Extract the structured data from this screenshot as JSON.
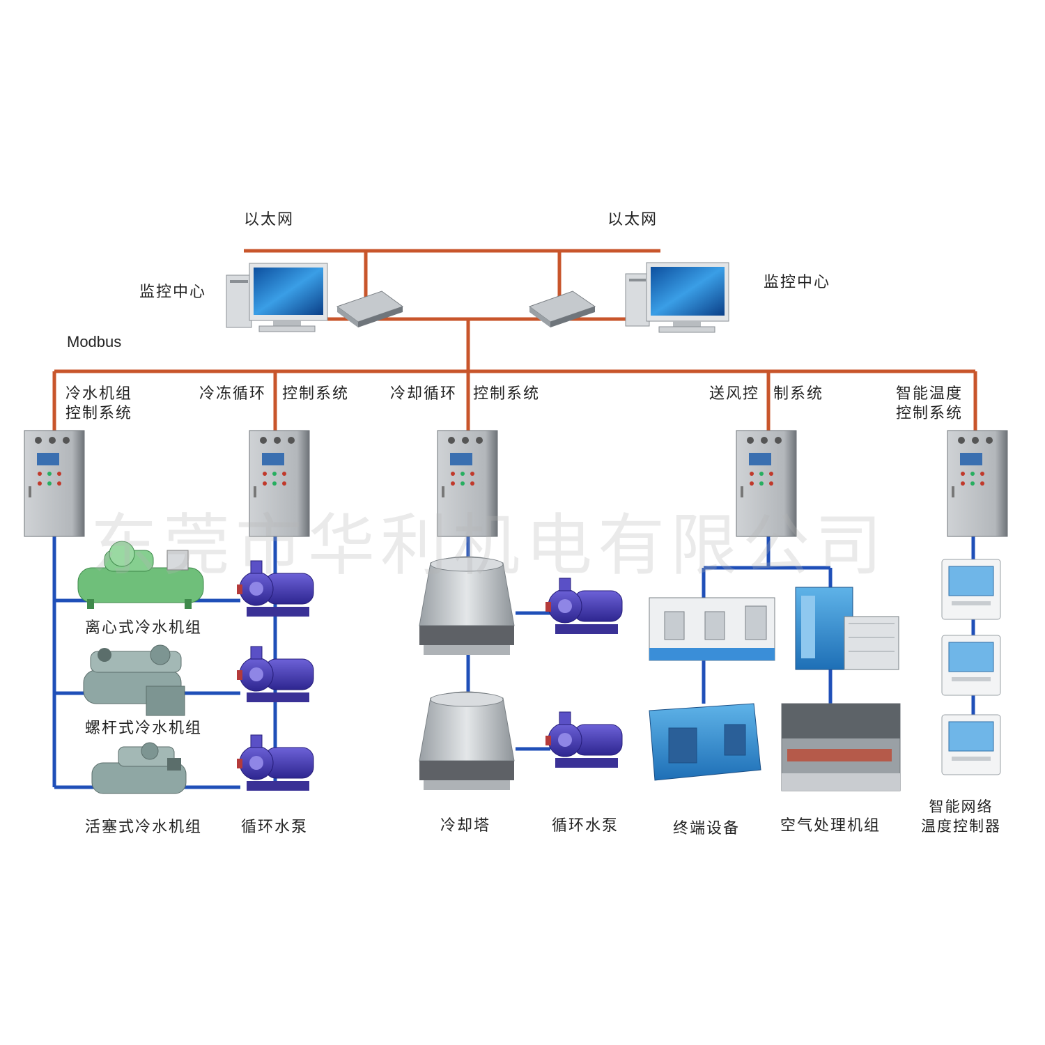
{
  "network": {
    "ethernet_left": "以太网",
    "ethernet_right": "以太网",
    "monitor_left": "监控中心",
    "monitor_right": "监控中心",
    "modbus": "Modbus"
  },
  "systems": {
    "chiller_ctrl": "冷水机组\n控制系统",
    "freeze_cycle": "冷冻循环",
    "freeze_ctrl": "控制系统",
    "cool_cycle": "冷却循环",
    "cool_ctrl": "控制系统",
    "supply_air_a": "送风控",
    "supply_air_b": "制系统",
    "smart_temp_ctrl": "智能温度\n控制系统"
  },
  "equipment": {
    "centrifugal": "离心式冷水机组",
    "screw": "螺杆式冷水机组",
    "piston": "活塞式冷水机组",
    "pump_left": "循环水泵",
    "cooling_tower": "冷却塔",
    "pump_mid": "循环水泵",
    "terminal": "终端设备",
    "ahu": "空气处理机组",
    "smart_thermostat": "智能网络\n温度控制器"
  },
  "watermark": "东莞市华利机电有限公司",
  "colors": {
    "ethernet_line": "#c8552b",
    "water_line": "#1f4fb8",
    "cabinet": "#b9bcc0",
    "pump": "#4a3fb0",
    "chiller_green": "#6fbf7a",
    "chiller_gray": "#8fa7a4",
    "tower": "#c7cbcf"
  }
}
